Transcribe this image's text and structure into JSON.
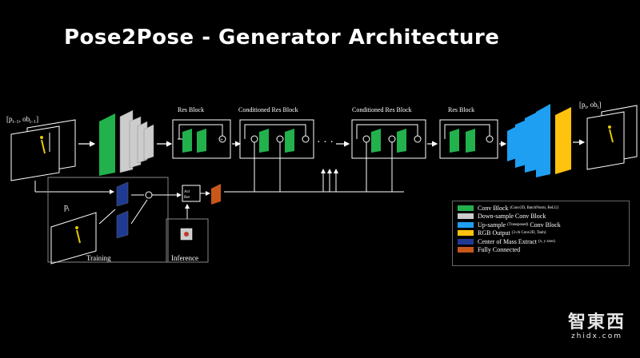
{
  "title": "Pose2Pose - Generator Architecture",
  "labels": {
    "input": "[p_{i-1}, ob_{i-1}]",
    "output": "[p_i, ob_i]",
    "res_block": "Res Block",
    "cond_res_block": "Conditioned Res Block",
    "pose_label": "p_i",
    "training": "Training",
    "inference": "Inference",
    "user_input": "Act/Ret"
  },
  "legend": [
    {
      "main": "Conv Block",
      "sub": "(Conv2D, BatchNorm, ReLU)",
      "color": "#22b14c"
    },
    {
      "main": "Down-sample Conv Block",
      "sub": "",
      "color": "#cccccc"
    },
    {
      "main": "Up-sample",
      "mid": "(Transposed)",
      "tail": "Conv Block",
      "color": "#1e9ff2"
    },
    {
      "main": "RGB Output",
      "sub": "(3-ch Conv2D, Tanh)",
      "color": "#ffc20e"
    },
    {
      "main": "Center of Mass Extract",
      "sub": "(x, y axes)",
      "color": "#1f3a93"
    },
    {
      "main": "Fully Connected",
      "sub": "",
      "color": "#c8571a"
    }
  ],
  "watermark": {
    "main": "智東西",
    "sub": "zhidx.com"
  }
}
